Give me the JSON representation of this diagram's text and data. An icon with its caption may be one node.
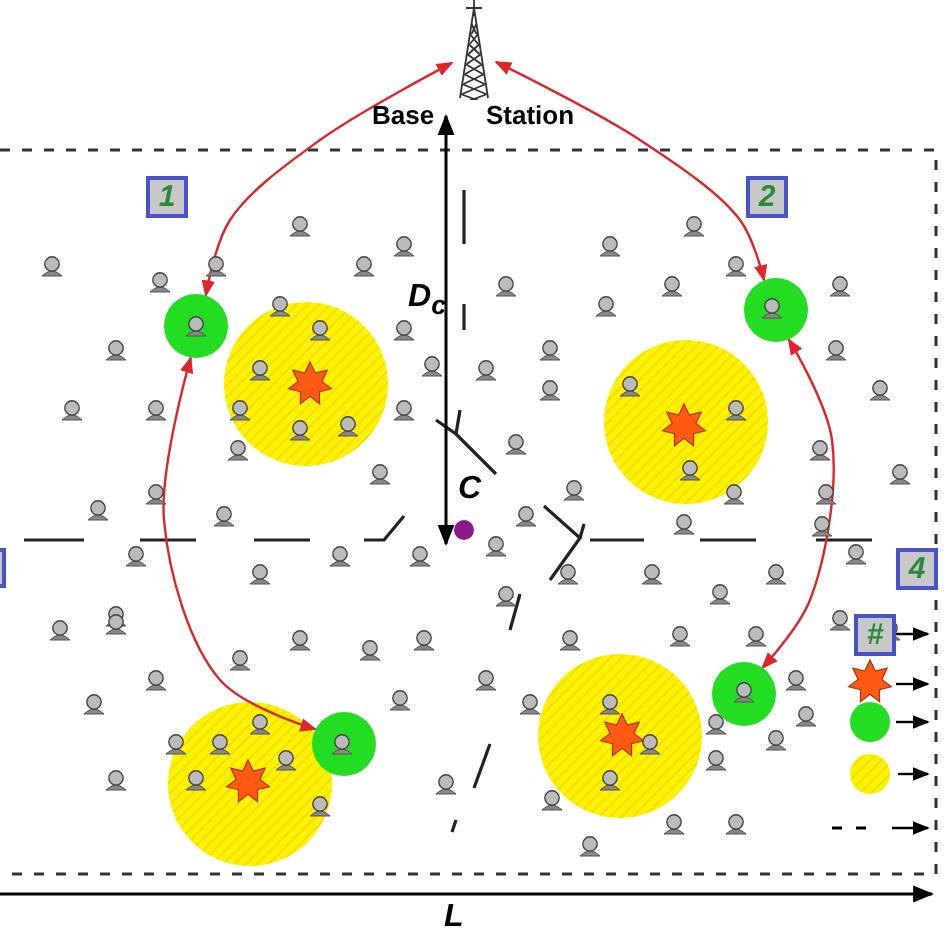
{
  "diagram": {
    "nodes": [
      {
        "text": [],
        "shape": "picture",
        "beside": [
          "Base",
          "Station"
        ]
      },
      {
        "text": [],
        "shape": "circle"
      },
      {
        "text": [],
        "shape": "circle"
      },
      {
        "text": [],
        "shape": "circle"
      },
      {
        "text": [],
        "shape": "circle"
      }
    ],
    "edges": [
      {
        "from": 0,
        "to": 1,
        "arrow": "both"
      },
      {
        "from": 0,
        "to": 2,
        "arrow": "both"
      },
      {
        "from": 1,
        "to": 3,
        "arrow": "both"
      },
      {
        "from": 4,
        "to": 2,
        "arrow": "both"
      }
    ],
    "labels": [
      "1",
      "2",
      "D$_{c}$",
      "C",
      "4",
      "#",
      "L"
    ]
  }
}
